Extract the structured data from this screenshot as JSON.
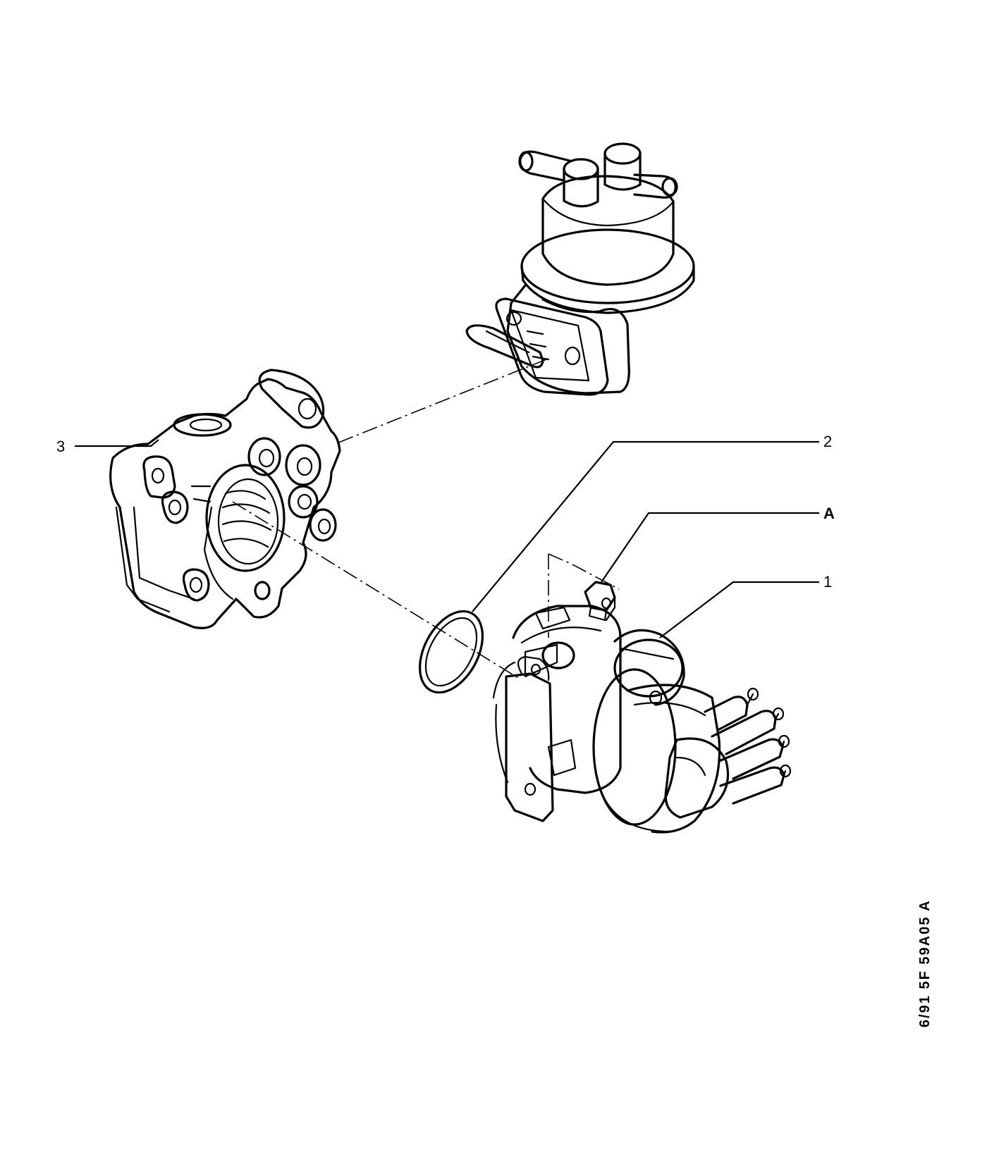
{
  "callouts": {
    "part_1": "1",
    "part_2": "2",
    "part_3": "3",
    "part_a": "A"
  },
  "drawing_code": "6/91 5F 59A05 A",
  "parts": [
    {
      "callout": "1",
      "icon": "distributor-icon"
    },
    {
      "callout": "2",
      "icon": "o-ring-seal-icon"
    },
    {
      "callout": "3",
      "icon": "distributor-housing-icon"
    },
    {
      "callout": "A",
      "icon": "nut-icon"
    },
    {
      "callout": "",
      "icon": "fuel-pump-icon"
    }
  ]
}
